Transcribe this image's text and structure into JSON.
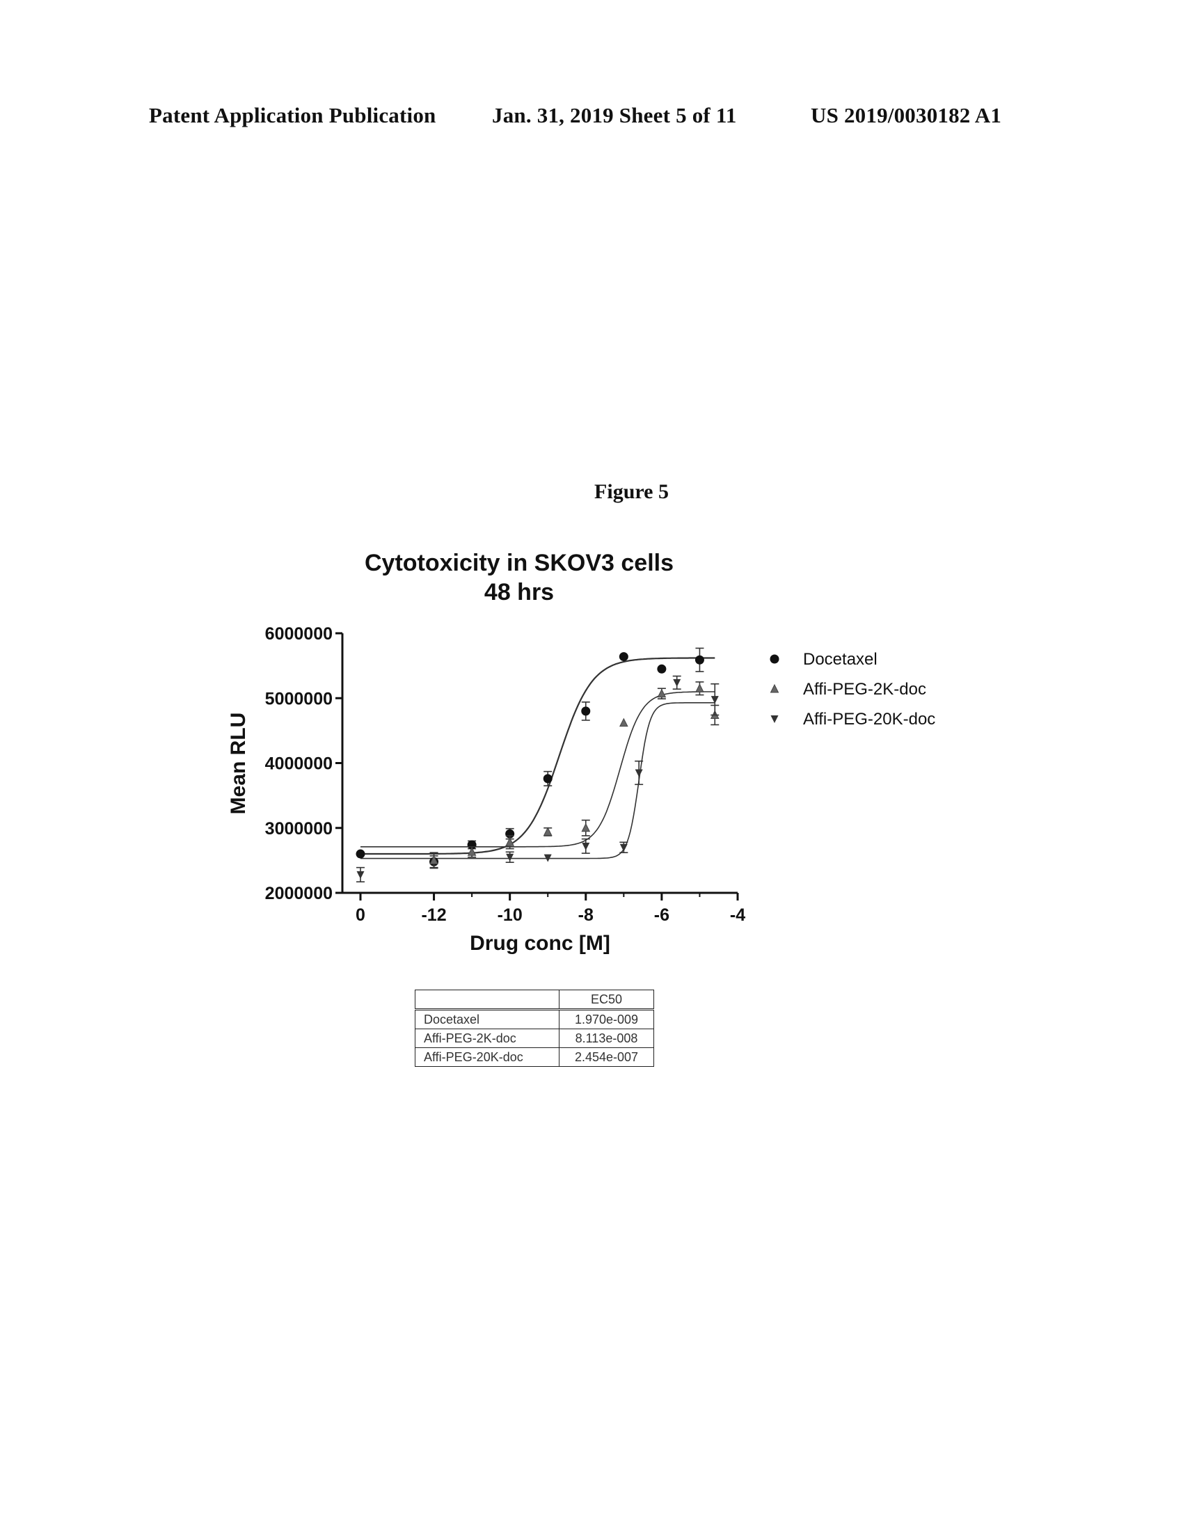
{
  "header": {
    "left": "Patent Application Publication",
    "mid": "Jan. 31, 2019  Sheet 5 of 11",
    "right": "US 2019/0030182 A1"
  },
  "figure_label": "Figure 5",
  "colors": {
    "ink": "#111111",
    "curve": "#333333",
    "marker_light": "#666666"
  },
  "chart_data": {
    "type": "scatter",
    "title_line1": "Cytotoxicity in SKOV3 cells",
    "title_line2": "48 hrs",
    "xlabel": "Drug conc [M]",
    "ylabel": "Mean RLU",
    "xlim": [
      0,
      -4
    ],
    "ylim": [
      2000000,
      6000000
    ],
    "x_ticks": [
      0,
      -12,
      -10,
      -8,
      -6,
      -4
    ],
    "x_tick_labels": [
      "0",
      "-12",
      "-10",
      "-8",
      "-6",
      "-4"
    ],
    "y_ticks": [
      2000000,
      3000000,
      4000000,
      5000000,
      6000000
    ],
    "y_tick_labels": [
      "2000000",
      "3000000",
      "4000000",
      "5000000",
      "6000000"
    ],
    "legend_position": "right",
    "grid": false,
    "series": [
      {
        "name": "Docetaxel",
        "marker": "circle",
        "x": [
          0,
          -12,
          -11,
          -10,
          -9,
          -8,
          -7,
          -6,
          -5
        ],
        "y": [
          2600000,
          2480000,
          2740000,
          2910000,
          3760000,
          4800000,
          5640000,
          5450000,
          5590000
        ],
        "err": [
          0,
          90000,
          60000,
          80000,
          110000,
          140000,
          0,
          0,
          180000
        ],
        "fit": {
          "bottom": 2600000,
          "top": 5620000,
          "logEC50": -8.7,
          "hill": 1.0
        }
      },
      {
        "name": "Affi-PEG-2K-doc",
        "marker": "triangle-up",
        "x": [
          -12,
          -11,
          -10,
          -9,
          -8,
          -7,
          -6,
          -5,
          -4.6
        ],
        "y": [
          2500000,
          2630000,
          2780000,
          2940000,
          3000000,
          4620000,
          5070000,
          5150000,
          4740000
        ],
        "err": [
          120000,
          80000,
          100000,
          60000,
          120000,
          0,
          80000,
          100000,
          150000
        ],
        "fit": {
          "bottom": 2710000,
          "top": 5100000,
          "logEC50": -7.1,
          "hill": 1.5
        }
      },
      {
        "name": "Affi-PEG-20K-doc",
        "marker": "triangle-down",
        "x": [
          0,
          -10,
          -9,
          -8,
          -7,
          -6.6,
          -5.6,
          -4.6
        ],
        "y": [
          2280000,
          2550000,
          2540000,
          2720000,
          2700000,
          3850000,
          5240000,
          4980000
        ],
        "err": [
          110000,
          80000,
          0,
          110000,
          80000,
          180000,
          100000,
          240000
        ],
        "fit": {
          "bottom": 2530000,
          "top": 4930000,
          "logEC50": -6.6,
          "hill": 3.0
        }
      }
    ],
    "ec50_table": {
      "header": [
        "",
        "EC50"
      ],
      "rows": [
        [
          "Docetaxel",
          "1.970e-009"
        ],
        [
          "Affi-PEG-2K-doc",
          "8.113e-008"
        ],
        [
          "Affi-PEG-20K-doc",
          "2.454e-007"
        ]
      ]
    }
  }
}
